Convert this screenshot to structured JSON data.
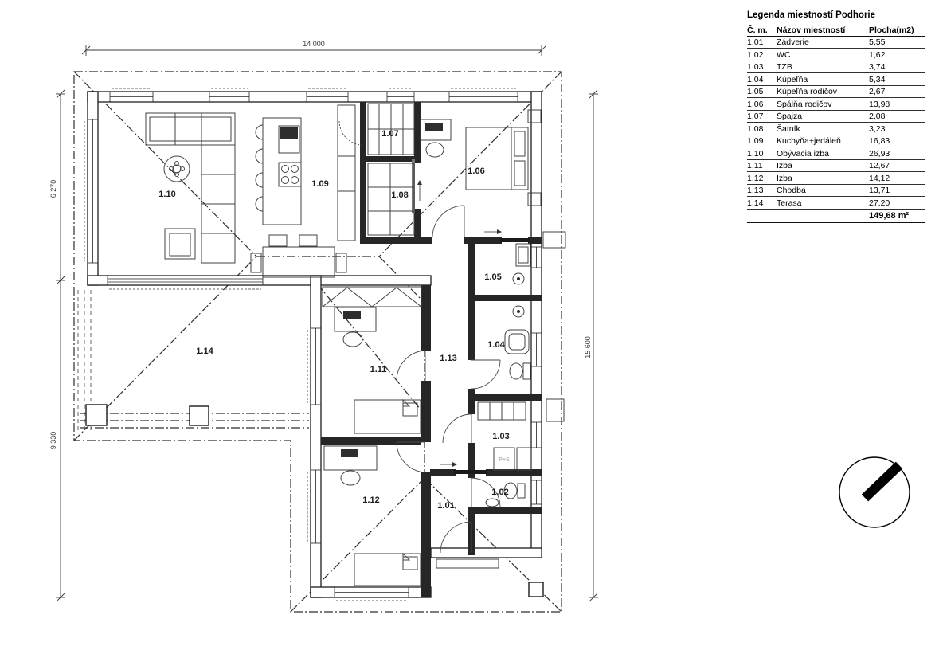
{
  "legend": {
    "title": "Legenda miestností Podhorie",
    "columns": {
      "number": "Č. m.",
      "name": "Názov miestností",
      "area": "Plocha(m2)"
    },
    "rows": [
      {
        "number": "1.01",
        "name": "Zádverie",
        "area": "5,55"
      },
      {
        "number": "1.02",
        "name": "WC",
        "area": "1,62"
      },
      {
        "number": "1.03",
        "name": "TZB",
        "area": "3,74"
      },
      {
        "number": "1.04",
        "name": "Kúpeľňa",
        "area": "5,34"
      },
      {
        "number": "1.05",
        "name": "Kúpeľňa rodičov",
        "area": "2,67"
      },
      {
        "number": "1.06",
        "name": "Spálňa rodičov",
        "area": "13,98"
      },
      {
        "number": "1.07",
        "name": "Špajza",
        "area": "2,08"
      },
      {
        "number": "1.08",
        "name": "Šatník",
        "area": "3,23"
      },
      {
        "number": "1.09",
        "name": "Kuchyňa+jedáleň",
        "area": "16,83"
      },
      {
        "number": "1.10",
        "name": "Obývacia izba",
        "area": "26,93"
      },
      {
        "number": "1.11",
        "name": "Izba",
        "area": "12,67"
      },
      {
        "number": "1.12",
        "name": "Izba",
        "area": "14,12"
      },
      {
        "number": "1.13",
        "name": "Chodba",
        "area": "13,71"
      },
      {
        "number": "1.14",
        "name": "Terasa",
        "area": "27,20"
      }
    ],
    "total": "149,68 m²"
  },
  "plan": {
    "dimensions": {
      "top": "14 000",
      "left_upper": "6 270",
      "left_lower": "9 330",
      "right": "15 600"
    },
    "annotations": {
      "washer": "P+S"
    }
  }
}
